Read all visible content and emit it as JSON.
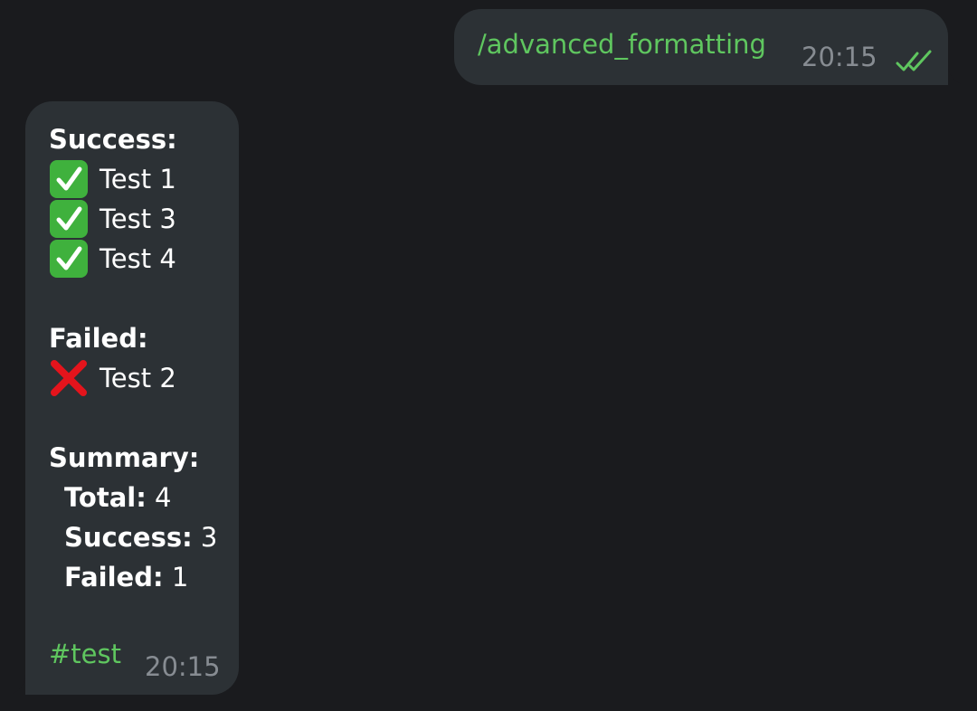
{
  "outgoing_message": {
    "command": "/advanced_formatting",
    "time": "20:15",
    "status_icon": "double-check-icon"
  },
  "incoming_message": {
    "success_header": "Success:",
    "success_items": [
      "Test 1",
      "Test 3",
      "Test 4"
    ],
    "success_icon": "white-check-mark-icon",
    "failed_header": "Failed:",
    "failed_items": [
      "Test 2"
    ],
    "failed_icon": "cross-mark-icon",
    "summary_header": "Summary:",
    "summary": {
      "total_label": "Total:",
      "total_value": "4",
      "success_label": "Success:",
      "success_value": "3",
      "failed_label": "Failed:",
      "failed_value": "1"
    },
    "hashtag": "#test",
    "time": "20:15"
  },
  "colors": {
    "background": "#1a1b1e",
    "bubble": "#2c3135",
    "link_green": "#5fc65f",
    "timestamp": "#878c92",
    "check_green": "#3fb13d",
    "cross_red": "#e4141c"
  }
}
